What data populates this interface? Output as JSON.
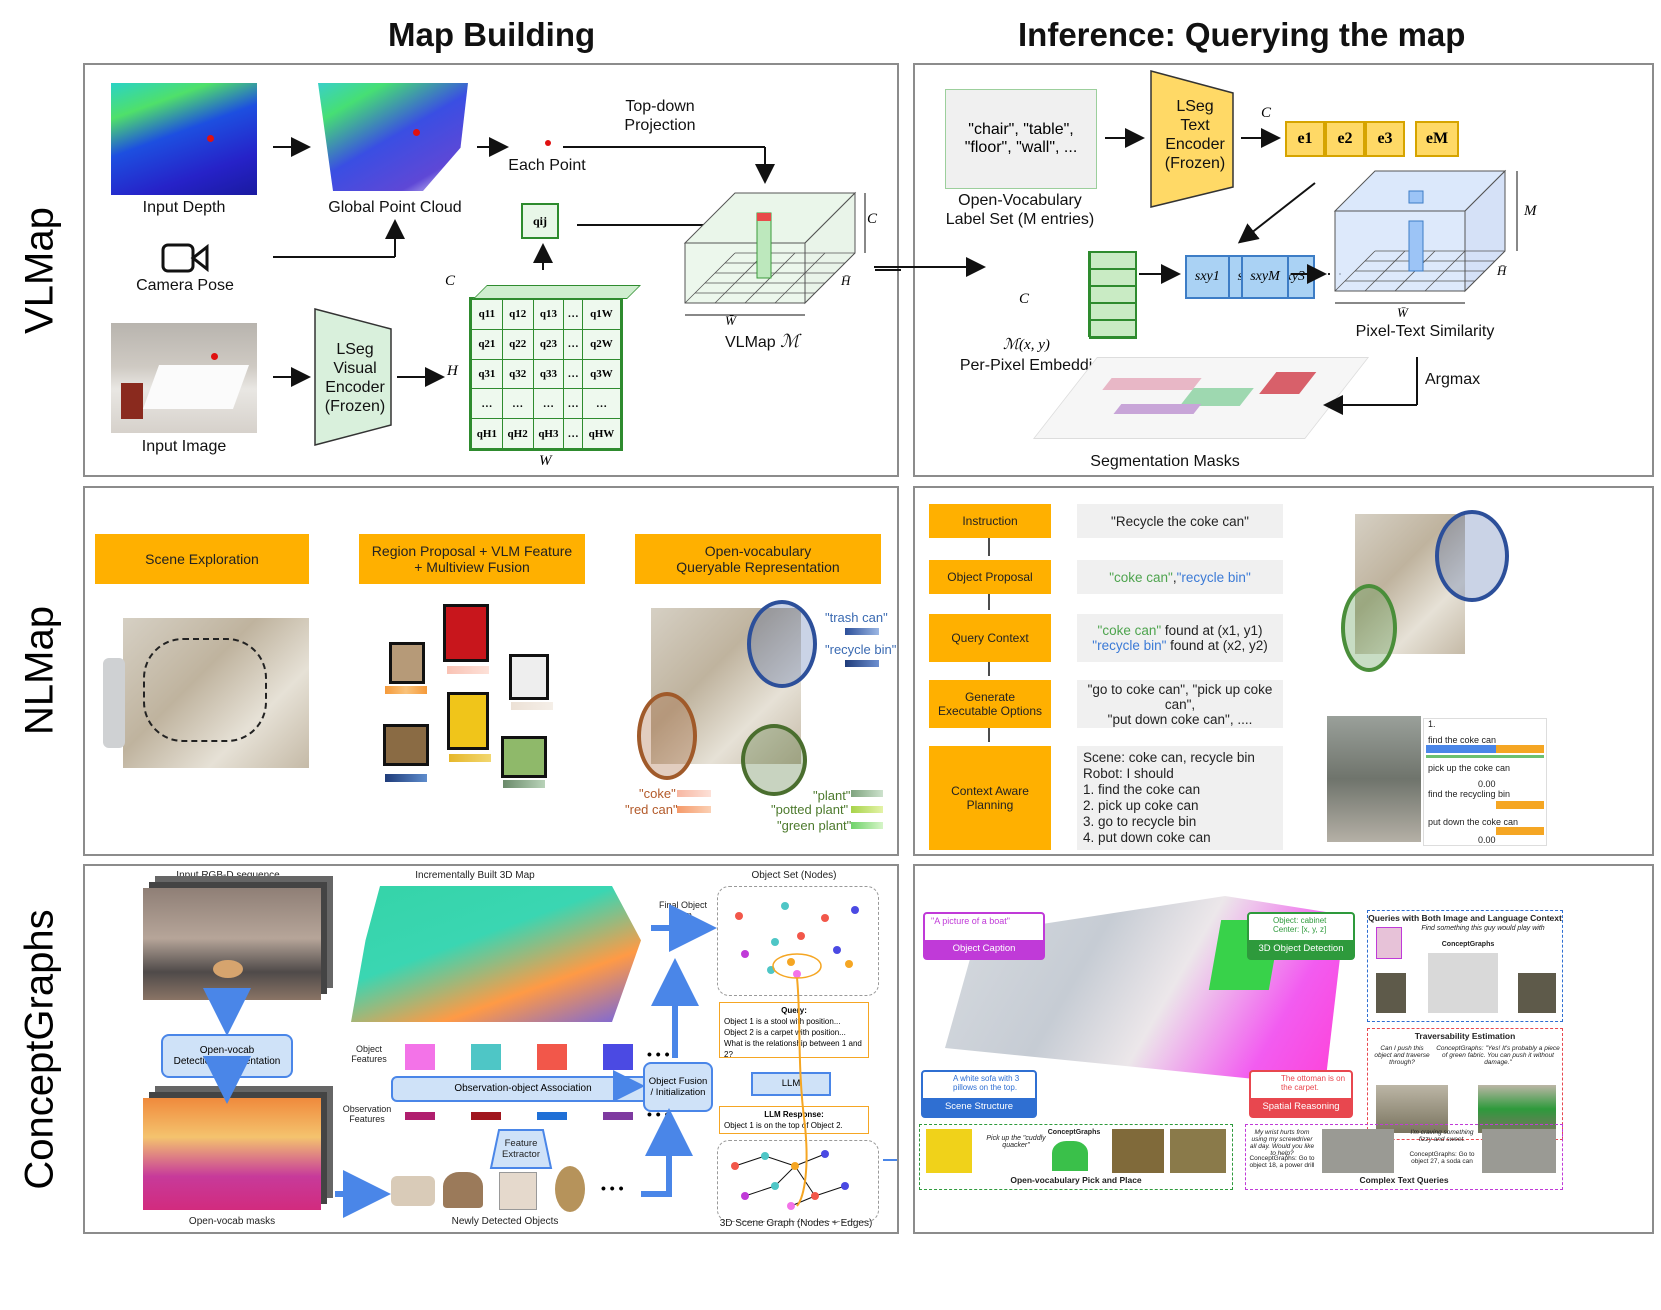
{
  "headers": {
    "map_building": "Map Building",
    "inference": "Inference: Querying the map"
  },
  "rows": {
    "vlmap": "VLMap",
    "nlmap": "NLMap",
    "conceptgraphs": "ConceptGraphs"
  },
  "vlmap_left": {
    "input_depth": "Input Depth",
    "global_point_cloud": "Global Point Cloud",
    "top_down_1": "Top-down",
    "top_down_2": "Projection",
    "each_point": "Each Point",
    "camera_pose": "Camera Pose",
    "input_image": "Input Image",
    "encoder": [
      "LSeg",
      "Visual",
      "Encoder",
      "(Frozen)"
    ],
    "grid": [
      [
        "q11",
        "q12",
        "q13",
        "…",
        "q1W"
      ],
      [
        "q21",
        "q22",
        "q23",
        "…",
        "q2W"
      ],
      [
        "q31",
        "q32",
        "q33",
        "…",
        "q3W"
      ],
      [
        "…",
        "…",
        "…",
        "…",
        "…"
      ],
      [
        "qH1",
        "qH2",
        "qH3",
        "…",
        "qHW"
      ]
    ],
    "dim_c": "C",
    "dim_h": "H",
    "dim_w": "W",
    "qij": "qij",
    "vlmap_label": "VLMap",
    "vlmap_symbol": "ℳ",
    "cube_c": "C",
    "cube_h": "H̄",
    "cube_w": "W̄"
  },
  "vlmap_right": {
    "labels_text_1": "\"chair\", \"table\",",
    "labels_text_2": "\"floor\", \"wall\", ...",
    "label_set_1": "Open-Vocabulary",
    "label_set_2": "Label Set (M entries)",
    "text_encoder": [
      "LSeg",
      "Text",
      "Encoder",
      "(Frozen)"
    ],
    "embeddings": [
      "e1",
      "e2",
      "e3",
      "eM"
    ],
    "emb_c": "C",
    "similarity": [
      "sxy1",
      "sxy2",
      "sxy3",
      "sxyM"
    ],
    "per_pixel_symbol": "ℳ(x, y)",
    "per_pixel": "Per-Pixel Embedding",
    "pp_c": "C",
    "pixel_text": "Pixel-Text Similarity",
    "cube_m": "M",
    "cube_h": "H̄",
    "cube_w": "W̄",
    "argmax": "Argmax",
    "seg_masks": "Segmentation Masks"
  },
  "nlmap_left": {
    "scene_exploration": "Scene Exploration",
    "region_1": "Region Proposal + VLM Feature",
    "region_2": "+ Multiview Fusion",
    "openvocab_1": "Open-vocabulary",
    "openvocab_2": "Queryable Representation",
    "trash_can": "\"trash can\"",
    "recycle_bin": "\"recycle bin\"",
    "coke": "\"coke\"",
    "red_can": "\"red can\"",
    "plant": "\"plant\"",
    "potted_plant": "\"potted plant\"",
    "green_plant": "\"green plant\""
  },
  "nlmap_right": {
    "steps": [
      "Instruction",
      "Object Proposal",
      "Query Context",
      "Generate Executable Options",
      "Context Aware Planning"
    ],
    "instruction_text": "\"Recycle the coke can\"",
    "proposal_a": "\"coke can\"",
    "proposal_sep": ", ",
    "proposal_b": "\"recycle bin\"",
    "context_a1": "\"coke can\"",
    "context_a2": " found at (x1, y1)",
    "context_b1": "\"recycle bin\"",
    "context_b2": " found at (x2, y2)",
    "options_1": "\"go to coke can\", \"pick up coke can\",",
    "options_2": "\"put down coke can\", ....",
    "plan_scene": "Scene: coke can, recycle bin",
    "plan_robot": "Robot: I should",
    "plan_steps": [
      "1.   find the coke can",
      "2.   pick up coke can",
      "3.   go to recycle bin",
      "4.   put down coke can"
    ],
    "chart_num": "1.",
    "chart_items": [
      "find the coke can",
      "pick up the coke can",
      "find the recycling bin",
      "put down the coke can"
    ],
    "chart_val": "0.00"
  },
  "cg_left": {
    "input_rgbd": "Input RGB-D sequence",
    "incremental": "Incrementally Built 3D Map",
    "object_set": "Object Set (Nodes)",
    "final_map": "Final Object Map",
    "detection_1": "Open-vocab",
    "detection_2": "Detection/Segmentation",
    "object_features_1": "Object",
    "object_features_2": "Features",
    "association": "Observation-object Association",
    "observation_features_1": "Observation",
    "observation_features_2": "Features",
    "fusion_1": "Object Fusion",
    "fusion_2": "/ Initialization",
    "feature_extractor_1": "Feature",
    "feature_extractor_2": "Extractor",
    "open_vocab_masks": "Open-vocab masks",
    "newly_detected": "Newly Detected Objects",
    "scene_graph": "3D Scene Graph (Nodes + Edges)",
    "query_title": "Query:",
    "query_1": "Object 1 is a stool with position...",
    "query_2": "Object 2 is a carpet with position...",
    "query_3": "What is the relationship between 1 and 2?",
    "llm": "LLM",
    "llm_response": "LLM Response:",
    "llm_answer": "Object 1 is on the top of Object 2.",
    "dots": "• • •"
  },
  "cg_right": {
    "caption_quote": "\"A picture of a boat\"",
    "object_caption": "Object Caption",
    "det_text_1": "Object: cabinet",
    "det_text_2": "Center: [x, y, z]",
    "detection_3d": "3D Object Detection",
    "structure_text": "A white sofa with 3 pillows on the top.",
    "scene_structure": "Scene Structure",
    "reason_text": "The ottoman is on the carpet.",
    "spatial_reasoning": "Spatial Reasoning",
    "queries_both": "Queries with Both Image and Language Context",
    "queries_both_text": "Find something this guy would play with",
    "cg_label": "ConceptGraphs",
    "traversability": "Traversability Estimation",
    "trav_q": "Can I push this object and traverse through?",
    "trav_a": "ConceptGraphs: \"Yes! It's probably a piece of green fabric. You can push it without damage.\"",
    "pick_text": "Pick up the \"cuddly quacker\"",
    "pick_place": "Open-vocabulary Pick and Place",
    "complex_q1": "My wrist hurts from using my screwdriver all day. Would you like to help?",
    "complex_a1": "ConceptGraphs: Go to object 18, a power drill",
    "complex_q2": "I'm craving something fizzy and sweet.",
    "complex_a2": "ConceptGraphs: Go to object 27, a soda can",
    "complex": "Complex Text Queries"
  },
  "colors": {
    "orange": "#ffb000",
    "green": "#3a9a3a",
    "blue": "#4a86e8",
    "yellow": "#f5c518",
    "magenta": "#c03ad8",
    "red": "#e8474f"
  }
}
